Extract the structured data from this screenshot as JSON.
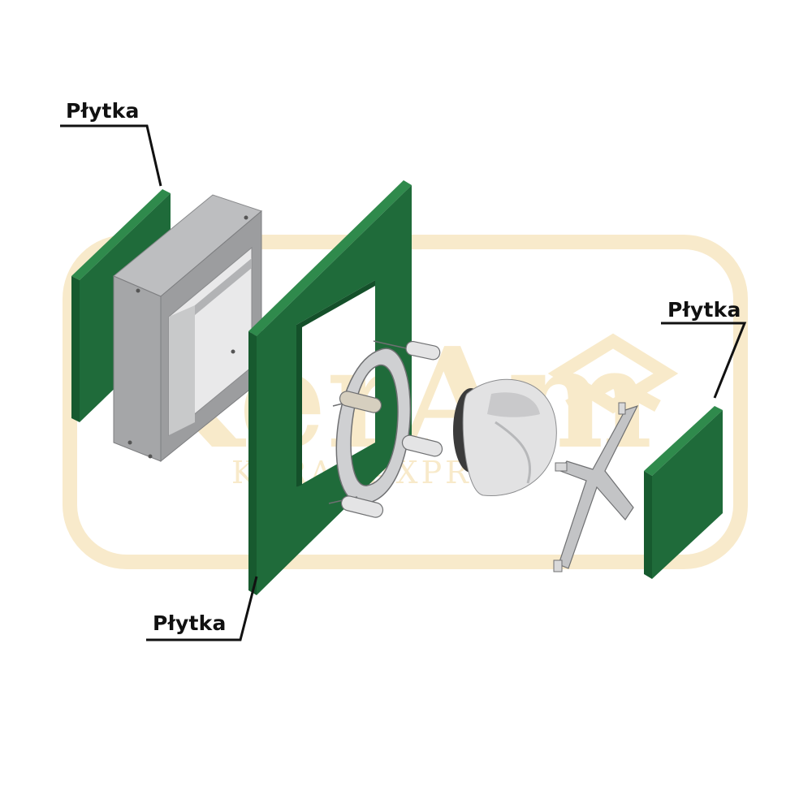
{
  "labels": {
    "top_left": "Płytka",
    "right": "Płytka",
    "bottom": "Płytka"
  },
  "watermark": {
    "logo_text": "KERAMAXPRO",
    "brand_text": "KerAm"
  },
  "colors": {
    "tile_green": "#1f6b3a",
    "tile_edge": "#2f8a4c",
    "frame_grey": "#a9aaab",
    "frame_dark": "#7d7e80",
    "part_light": "#e6e6e6",
    "watermark": "#f6e2b4"
  }
}
